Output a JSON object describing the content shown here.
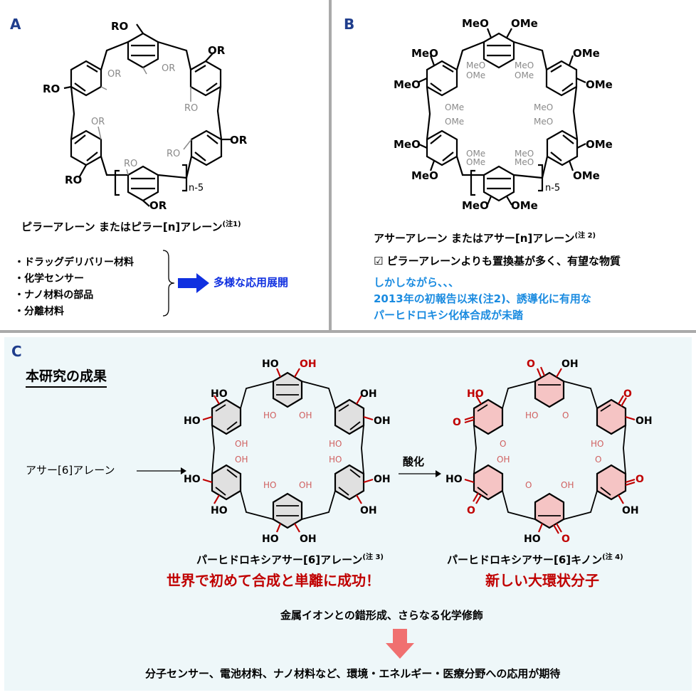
{
  "panel_a": {
    "label": "A",
    "sub_or_top": "RO",
    "sub_or_right": "OR",
    "sub_or_inner": "OR",
    "sub_ro_inner": "RO",
    "repeat": "n-5",
    "caption": "ピラーアレーン またはピラー[n]アレーン",
    "caption_note": "(注1)",
    "list": [
      "・ドラッグデリバリー材料",
      "・化学センサー",
      "・ナノ材料の部品",
      "・分離材料"
    ],
    "outcome": "多様な応用展開"
  },
  "panel_b": {
    "label": "B",
    "sub_meo": "MeO",
    "sub_ome": "OMe",
    "repeat": "n-5",
    "caption": "アサーアレーン またはアサー[n]アレーン",
    "caption_note": "(注 2)",
    "check_line": "☑ ピラーアレーンよりも置換基が多く、有望な物質",
    "blue_lines": [
      "しかしながら、、、",
      "2013年の初報告以来(注2)、誘導化に有用な",
      "パーヒドロキシ化体合成が未踏"
    ]
  },
  "panel_c": {
    "label": "C",
    "heading": "本研究の成果",
    "start_label": "アサー[6]アレーン",
    "oxidation": "酸化",
    "ho": "HO",
    "oh": "OH",
    "o": "O",
    "product1_name": "パーヒドロキシアサー[6]アレーン",
    "product1_note": "(注 3)",
    "product1_claim": "世界で初めて合成と単離に成功！",
    "product2_name": "パーヒドロキシアサー[6]キノン",
    "product2_note": "(注 4)",
    "product2_claim": "新しい大環状分子",
    "next_step": "金属イオンとの錯形成、さらなる化学修飾",
    "applications": "分子センサー、電池材料、ナノ材料など、環境・エネルギー・医療分野への応用が期待"
  },
  "colors": {
    "label_navy": "#1f3d8c",
    "arrow_blue": "#1030e0",
    "text_blue": "#1a8be0",
    "claim_red": "#c00000",
    "oxygen_red": "#c00000",
    "inner_gray": "#8a8a8a",
    "quinone_fill": "#f5c4c4",
    "arrow_pink": "#f07070",
    "panel_c_bg": "#eef7f9"
  }
}
